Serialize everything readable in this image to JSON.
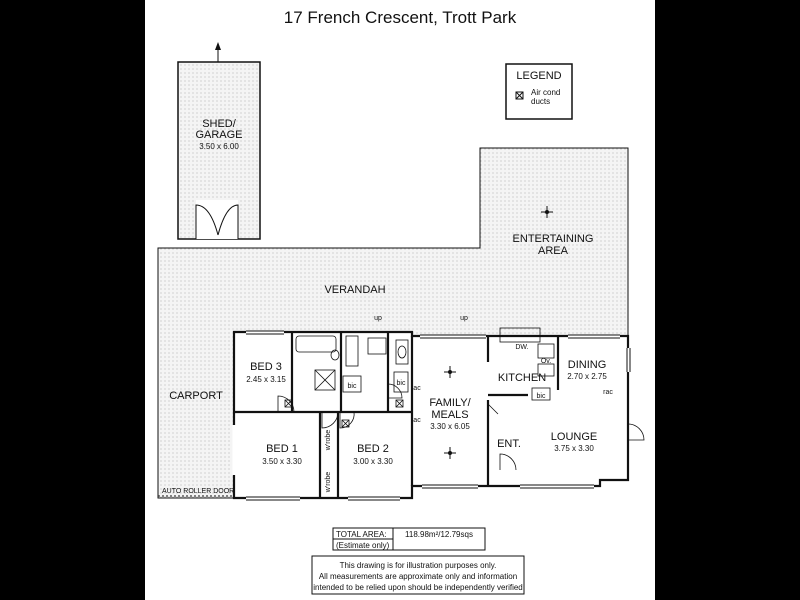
{
  "title": "17 French Crescent, Trott Park",
  "legend": {
    "heading": "LEGEND",
    "item": "Air cond\nducts",
    "item_line1": "Air cond",
    "item_line2": "ducts"
  },
  "rooms": {
    "shed": {
      "name1": "SHED/",
      "name2": "GARAGE",
      "size": "3.50 x 6.00"
    },
    "entertaining": {
      "name1": "ENTERTAINING",
      "name2": "AREA"
    },
    "verandah": "VERANDAH",
    "carport": "CARPORT",
    "auto_door": "AUTO ROLLER DOOR",
    "bed3": {
      "name": "BED 3",
      "size": "2.45 x 3.15"
    },
    "bed1": {
      "name": "BED 1",
      "size": "3.50 x 3.30"
    },
    "bed2": {
      "name": "BED 2",
      "size": "3.00 x 3.30"
    },
    "family": {
      "name1": "FAMILY/",
      "name2": "MEALS",
      "size": "3.30 x 6.05"
    },
    "kitchen": "KITCHEN",
    "dining": {
      "name": "DINING",
      "size": "2.70 x 2.75"
    },
    "lounge": {
      "name": "LOUNGE",
      "size": "3.75 x 3.30"
    },
    "entry": "ENT."
  },
  "small_labels": {
    "up": "up",
    "bic": "bic",
    "ac": "ac",
    "rac": "rac",
    "dw": "DW.",
    "ov": "Ov.",
    "wrobe": "w'robe"
  },
  "total_area": {
    "label": "TOTAL AREA:",
    "estimate": "(Estimate only)",
    "value": "118.98m²/12.79sqs"
  },
  "disclaimer": {
    "line1": "This drawing is for illustration purposes only.",
    "line2": "All measurements are approximate only and information",
    "line3": "intended to be relied upon should be independently verified"
  },
  "colors": {
    "background": "#000000",
    "sheet": "#ffffff",
    "lines": "#111111",
    "hatch": "#b0b0b0"
  }
}
